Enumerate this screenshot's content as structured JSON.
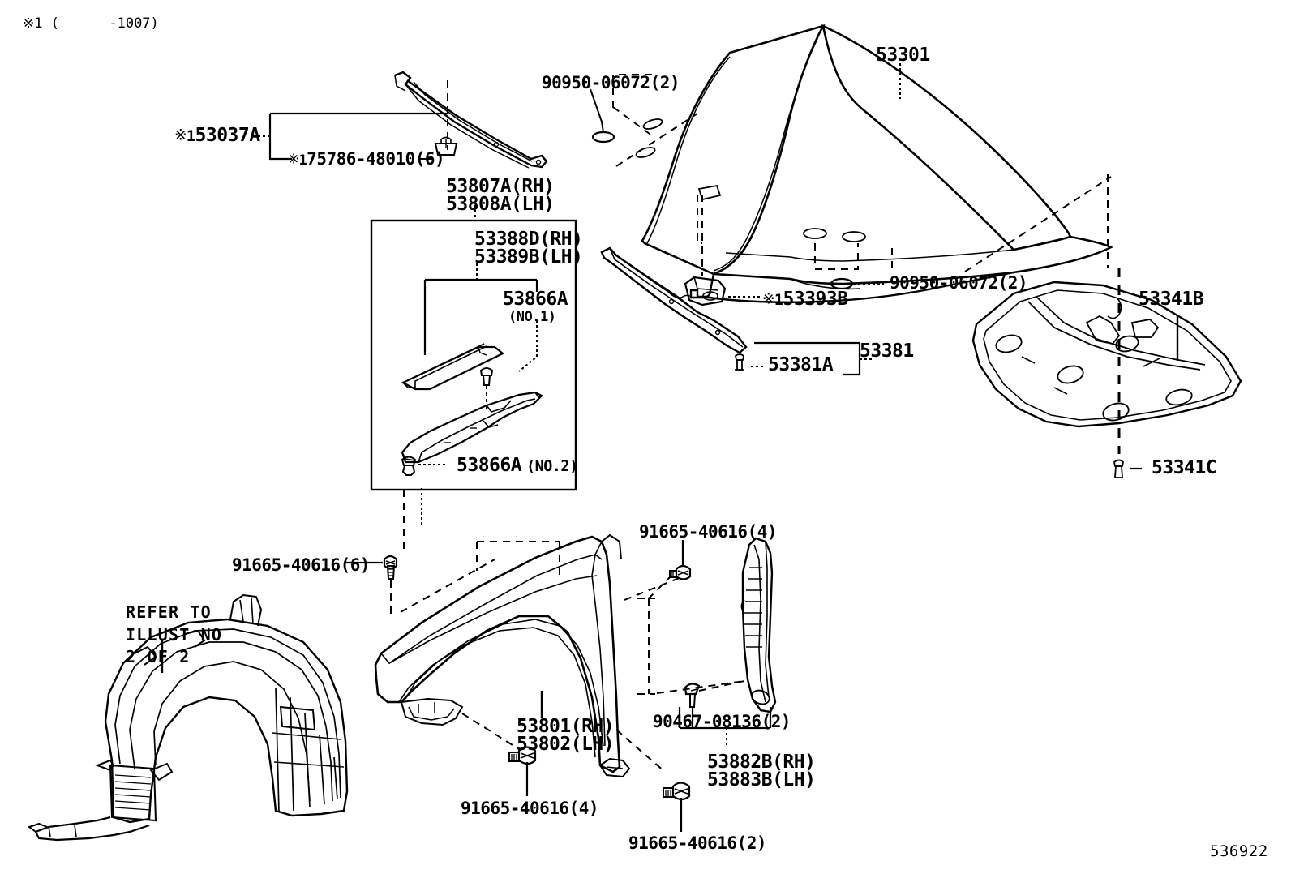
{
  "diagram": {
    "title_note": "※1 (      -1007)",
    "figure_number": "536922",
    "refer_note": "REFER TO\nILLUST NO\n2 OF 2"
  },
  "labels": {
    "hood_panel": "53301",
    "hood_bumper_left": "90950-06072(2)",
    "hood_bumper_right": "90950-06072(2)",
    "hood_seal_front": "※153037A",
    "hood_seal_clip": "※175786-48010(6)",
    "hood_hinge_rh": "53807A(RH)",
    "hood_hinge_lh": "53808A(LH)",
    "hood_to_fender_rh": "53388D(RH)",
    "hood_to_fender_lh": "53389B(LH)",
    "hood_seal_no1": "53866A",
    "hood_seal_no1_sub": "(NO.1)",
    "hood_seal_no2": "53866A",
    "hood_seal_no2_sub": "(NO.2)",
    "hood_lock_stopper": "※153393B",
    "hood_lock_support": "53381",
    "hood_lock_support_clip": "53381A",
    "hood_insulator": "53341B",
    "hood_insulator_clip": "53341C",
    "fender_rh": "53801(RH)",
    "fender_lh": "53802(LH)",
    "fender_seal_rh": "53882B(RH)",
    "fender_seal_lh": "53883B(LH)",
    "fender_bolt_6": "91665-40616(6)",
    "fender_bolt_4a": "91665-40616(4)",
    "fender_bolt_4b": "91665-40616(4)",
    "fender_bolt_2": "91665-40616(2)",
    "fender_seal_clip": "90467-08136(2)"
  },
  "colors": {
    "line": "#000000",
    "background": "#ffffff"
  }
}
